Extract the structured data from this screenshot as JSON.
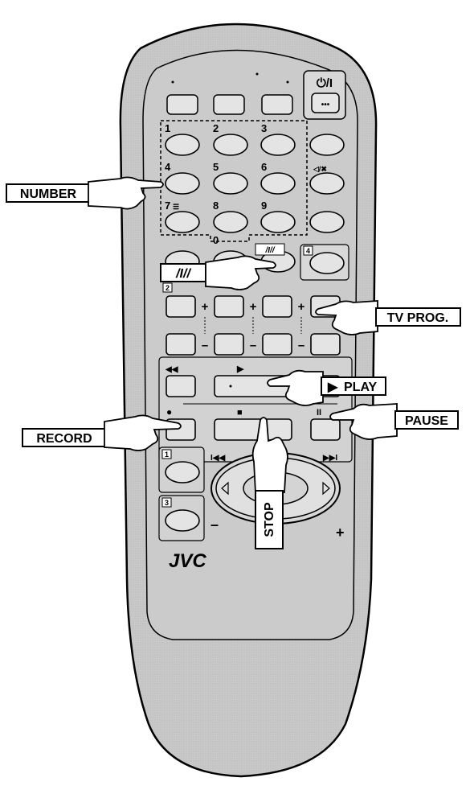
{
  "brand": "JVC",
  "power_label": "⏻/I",
  "dots": "•••",
  "digits": [
    "1",
    "2",
    "3",
    "4",
    "5",
    "6",
    "7",
    "8",
    "9",
    "0"
  ],
  "digit7_suffix": "☰",
  "mute_label": "◁/✖",
  "section_marks": {
    "one": "1",
    "two": "2",
    "three": "3",
    "four": "4"
  },
  "plus_minus": {
    "plus": "+",
    "minus": "–"
  },
  "transport": {
    "rewind": "◀◀",
    "play": "▶",
    "record_dot": "●",
    "stop_sq": "■",
    "pause": "II",
    "skip_back": "I◀◀",
    "skip_fwd": "▶▶I"
  },
  "callouts": {
    "number": "NUMBER",
    "tv_prog": "TV PROG.",
    "play": "PLAY",
    "pause": "PAUSE",
    "record": "RECORD",
    "stop": "STOP",
    "slash": "/I//"
  },
  "colors": {
    "body": "#c8c8c8",
    "button": "#e4e4e4",
    "ink": "#000000"
  }
}
